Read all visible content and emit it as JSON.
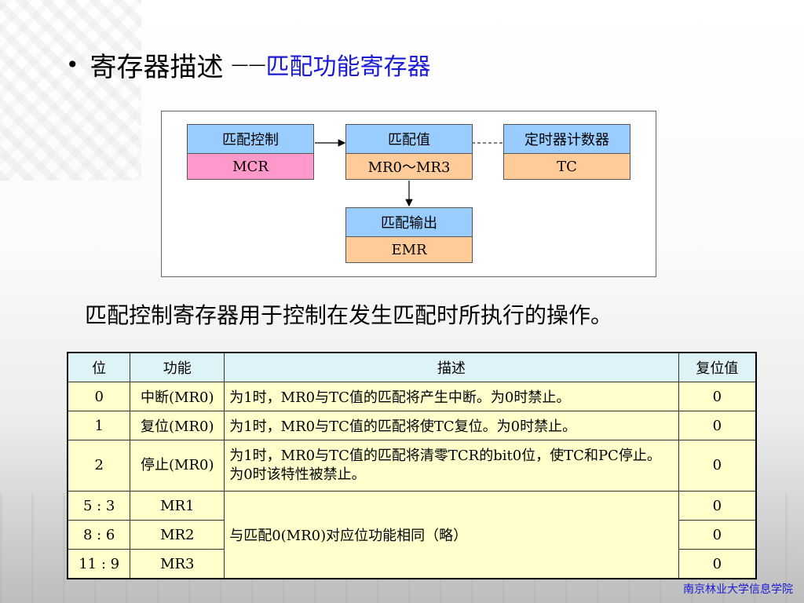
{
  "slide": {
    "bullet": "•",
    "title_main": "寄存器描述",
    "title_dash": "——",
    "title_sub": "匹配功能寄存器",
    "description": "匹配控制寄存器用于控制在发生匹配时所执行的操作。",
    "footer": "南京林业大学信息学院"
  },
  "diagram": {
    "control": {
      "label": "匹配控制",
      "reg": "MCR"
    },
    "value": {
      "label": "匹配值",
      "reg": "MR0～MR3"
    },
    "counter": {
      "label": "定时器计数器",
      "reg": "TC"
    },
    "output": {
      "label": "匹配输出",
      "reg": "EMR"
    },
    "colors": {
      "header": "#99ccff",
      "mcr": "#ff99cc",
      "reg": "#ffcc99"
    }
  },
  "table": {
    "headers": [
      "位",
      "功能",
      "描述",
      "复位值"
    ],
    "rows": [
      {
        "bit": "0",
        "func": "中断(MR0)",
        "desc": "为1时，MR0与TC值的匹配将产生中断。为0时禁止。",
        "reset": "0"
      },
      {
        "bit": "1",
        "func": "复位(MR0)",
        "desc": "为1时，MR0与TC值的匹配将使TC复位。为0时禁止。",
        "reset": "0"
      },
      {
        "bit": "2",
        "func": "停止(MR0)",
        "desc": "为1时，MR0与TC值的匹配将清零TCR的bit0位，使TC和PC停止。为0时该特性被禁止。",
        "reset": "0"
      },
      {
        "bit": "5 : 3",
        "func": "MR1",
        "desc": "与匹配0(MR0)对应位功能相同（略）",
        "reset": "0"
      },
      {
        "bit": "8 : 6",
        "func": "MR2",
        "reset": "0"
      },
      {
        "bit": "11 : 9",
        "func": "MR3",
        "reset": "0"
      }
    ]
  }
}
